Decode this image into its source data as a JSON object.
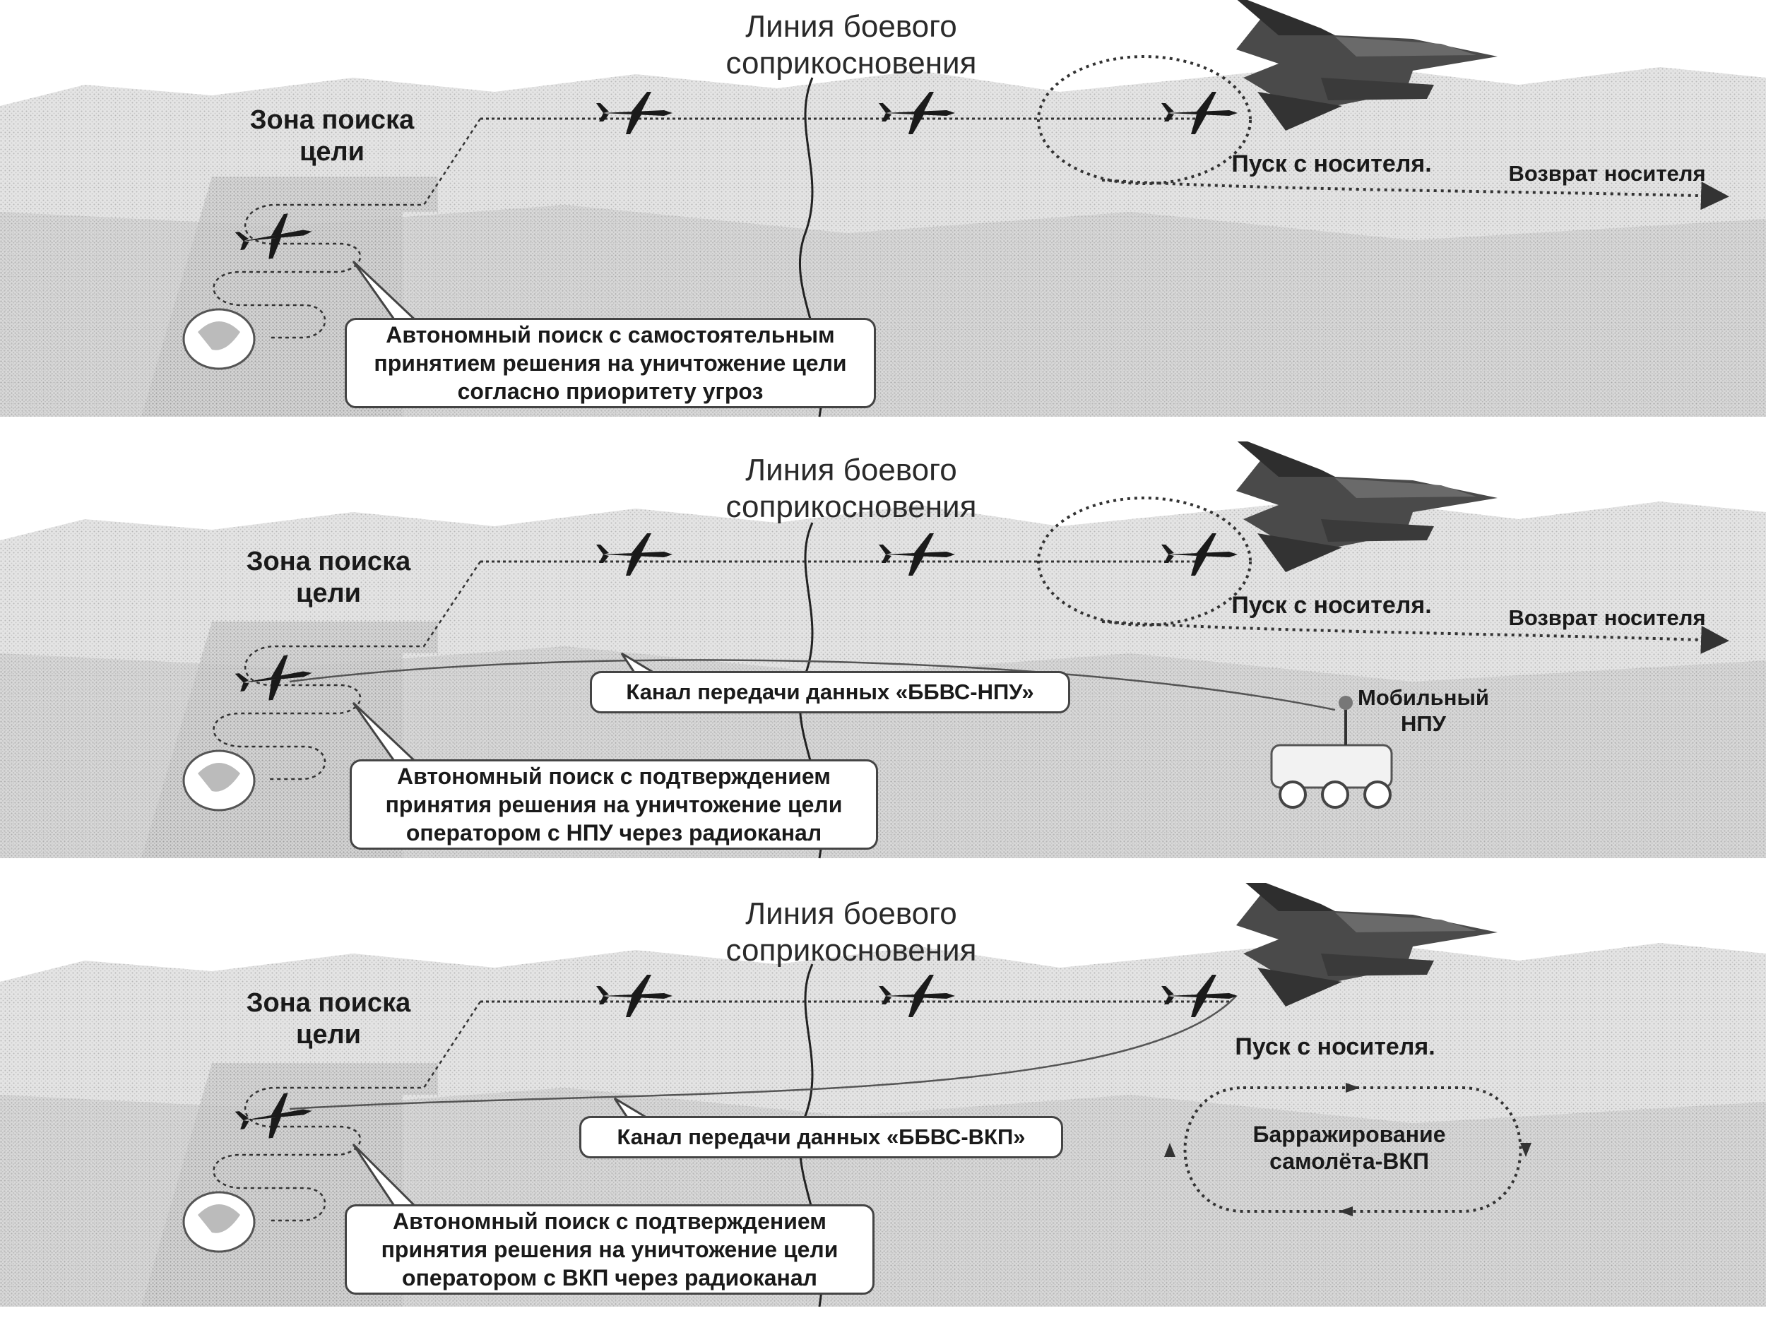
{
  "scenes": [
    {
      "front_line": [
        "Линия боевого",
        "соприкосновения"
      ],
      "search_zone": [
        "Зона поиска",
        "цели"
      ],
      "launch": "Пуск с носителя.",
      "carrier_return": "Возврат носителя",
      "autonomous": [
        "Автономный поиск с самостоятельным",
        "принятием решения на уничтожение цели",
        "согласно приоритету угроз"
      ]
    },
    {
      "front_line": [
        "Линия боевого",
        "соприкосновения"
      ],
      "search_zone": [
        "Зона поиска",
        "цели"
      ],
      "launch": "Пуск с носителя.",
      "carrier_return": "Возврат носителя",
      "channel": "Канал передачи данных «ББВС-НПУ»",
      "mobile_station": [
        "Мобильный",
        "НПУ"
      ],
      "autonomous": [
        "Автономный поиск с подтверждением",
        "принятия решения на уничтожение цели",
        "оператором с НПУ через радиоканал"
      ]
    },
    {
      "front_line": [
        "Линия боевого",
        "соприкосновения"
      ],
      "search_zone": [
        "Зона поиска",
        "цели"
      ],
      "launch": "Пуск с носителя.",
      "channel": "Канал передачи данных «ББВС-ВКП»",
      "loiter": [
        "Барражирование",
        "самолёта-ВКП"
      ],
      "autonomous": [
        "Автономный поиск с подтверждением",
        "принятия решения на уничтожение цели",
        "оператором с ВКП через радиоканал"
      ]
    }
  ]
}
